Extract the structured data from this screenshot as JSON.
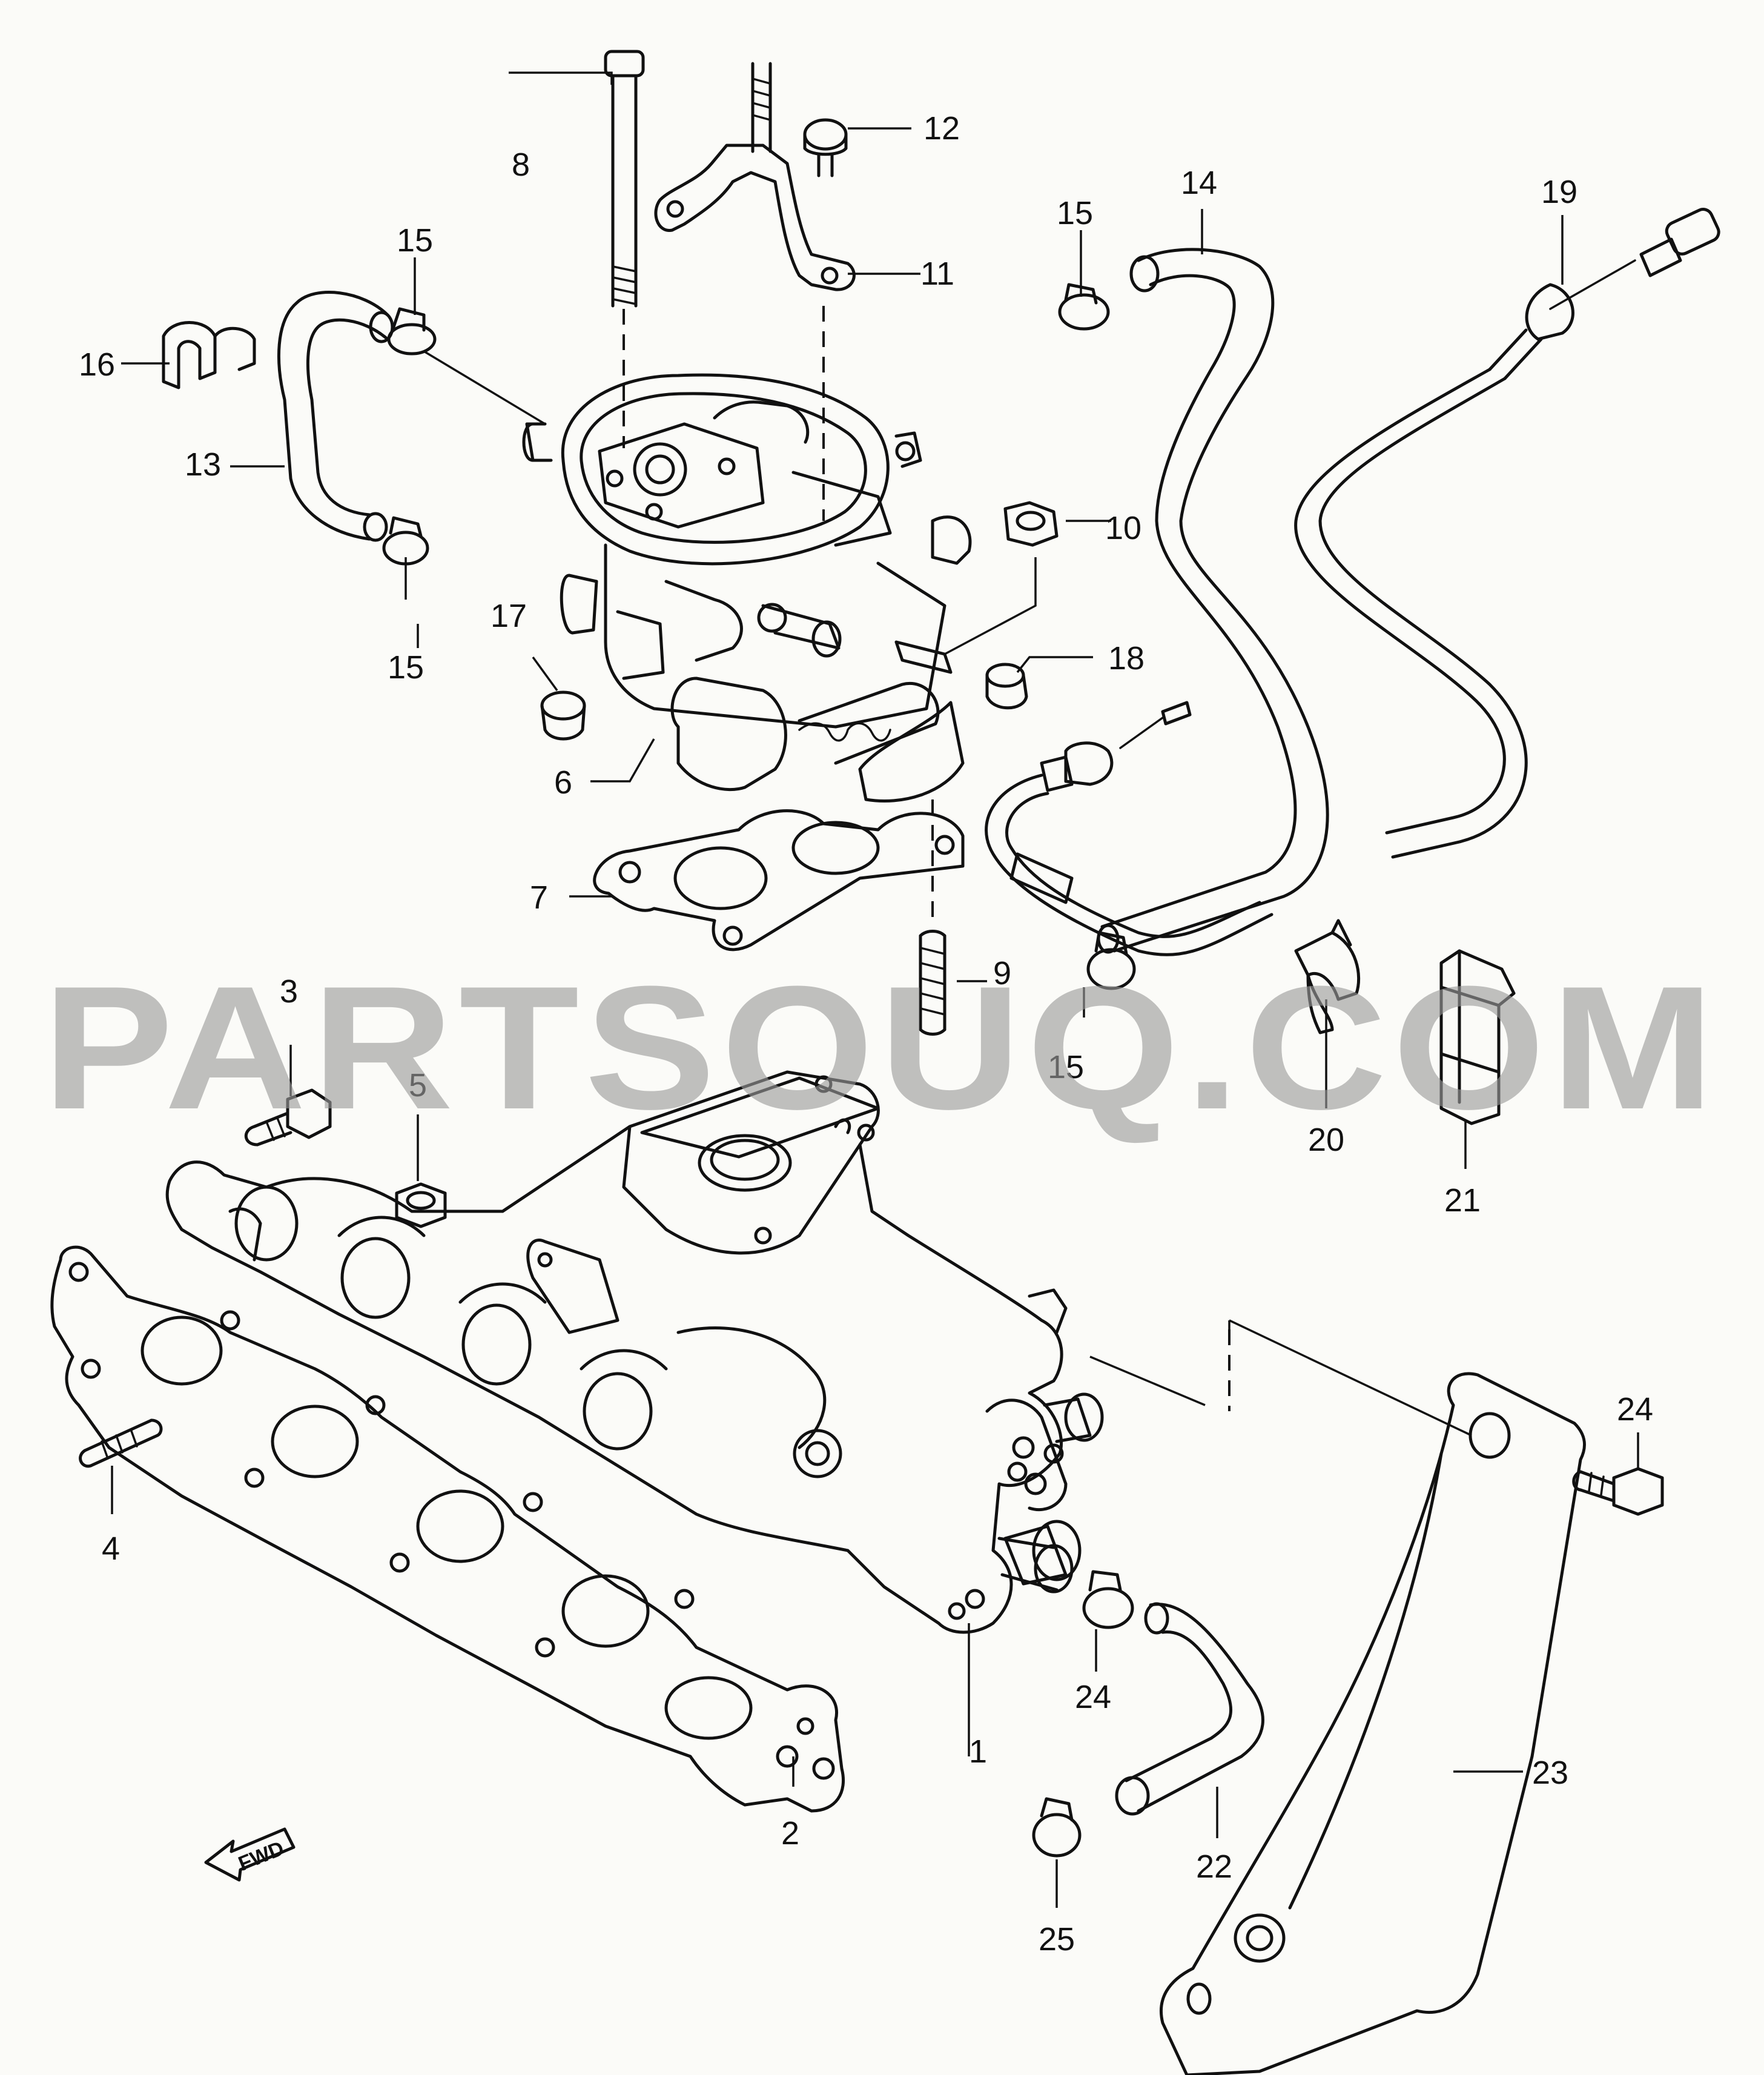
{
  "watermark": "PARTSOUQ.COM",
  "fwd_label": "FWD",
  "callouts": [
    {
      "key": "c1",
      "label": "1"
    },
    {
      "key": "c2",
      "label": "2"
    },
    {
      "key": "c3",
      "label": "3"
    },
    {
      "key": "c4",
      "label": "4"
    },
    {
      "key": "c5",
      "label": "5"
    },
    {
      "key": "c6",
      "label": "6"
    },
    {
      "key": "c7",
      "label": "7"
    },
    {
      "key": "c8",
      "label": "8"
    },
    {
      "key": "c9",
      "label": "9"
    },
    {
      "key": "c10",
      "label": "10"
    },
    {
      "key": "c11",
      "label": "11"
    },
    {
      "key": "c12",
      "label": "12"
    },
    {
      "key": "c13",
      "label": "13"
    },
    {
      "key": "c14",
      "label": "14"
    },
    {
      "key": "c15a",
      "label": "15"
    },
    {
      "key": "c15b",
      "label": "15"
    },
    {
      "key": "c15c",
      "label": "15"
    },
    {
      "key": "c15d",
      "label": "15"
    },
    {
      "key": "c16",
      "label": "16"
    },
    {
      "key": "c17",
      "label": "17"
    },
    {
      "key": "c18",
      "label": "18"
    },
    {
      "key": "c19",
      "label": "19"
    },
    {
      "key": "c20",
      "label": "20"
    },
    {
      "key": "c21",
      "label": "21"
    },
    {
      "key": "c22",
      "label": "22"
    },
    {
      "key": "c23",
      "label": "23"
    },
    {
      "key": "c24a",
      "label": "24"
    },
    {
      "key": "c24b",
      "label": "24"
    },
    {
      "key": "c25",
      "label": "25"
    }
  ]
}
